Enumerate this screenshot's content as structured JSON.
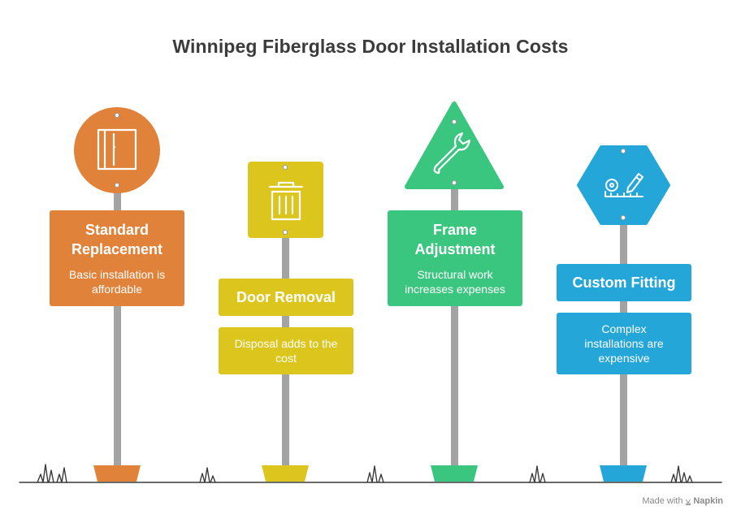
{
  "title": "Winnipeg Fiberglass Door Installation Costs",
  "signs": [
    {
      "heading": [
        "Standard",
        "Replacement"
      ],
      "description": [
        "Basic installation is",
        "affordable"
      ],
      "icon": "door-icon",
      "shape": "circle",
      "color": "#e0823a"
    },
    {
      "heading": [
        "Door Removal"
      ],
      "description": [
        "Disposal adds to the",
        "cost"
      ],
      "icon": "trash-can-icon",
      "shape": "rounded-square",
      "color": "#dcc51d"
    },
    {
      "heading": [
        "Frame",
        "Adjustment"
      ],
      "description": [
        "Structural work",
        "increases expenses"
      ],
      "icon": "wrench-icon",
      "shape": "triangle",
      "color": "#3bc67f"
    },
    {
      "heading": [
        "Custom Fitting"
      ],
      "description": [
        "Complex",
        "installations are",
        "expensive"
      ],
      "icon": "measuring-tape-pencil-icon",
      "shape": "hexagon",
      "color": "#24a6d8"
    }
  ],
  "footer": {
    "made_with": "Made with",
    "brand": "Napkin"
  }
}
